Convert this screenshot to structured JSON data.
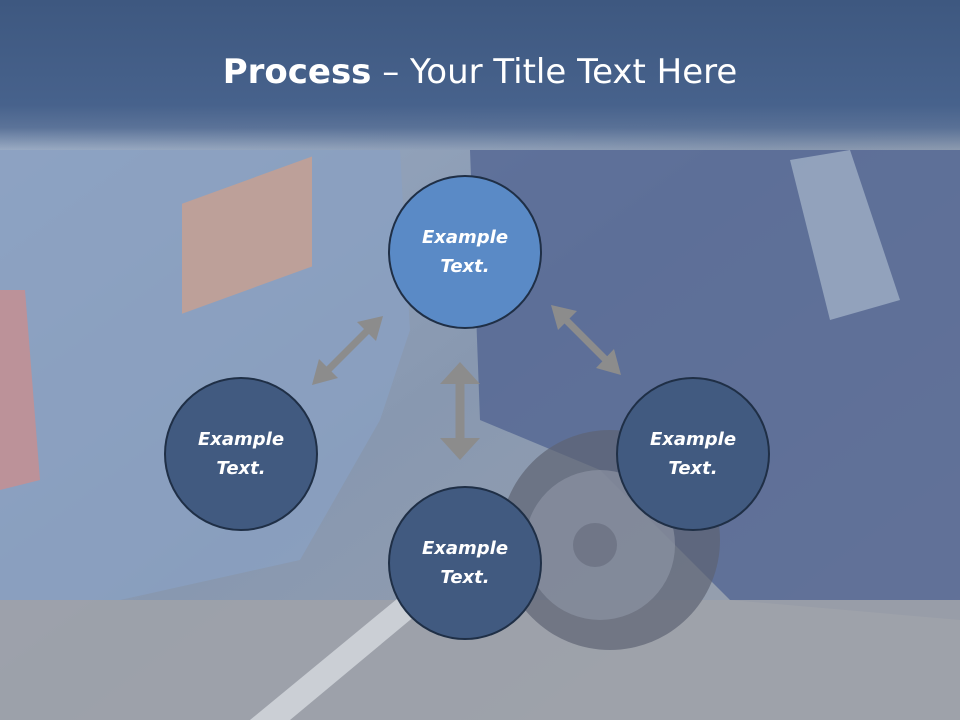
{
  "title": {
    "bold": "Process",
    "rest": " – Your Title Text Here"
  },
  "nodes": [
    {
      "text": "Example Text."
    },
    {
      "text": "Example Text."
    },
    {
      "text": "Example Text."
    },
    {
      "text": "Example Text."
    }
  ],
  "colors": {
    "header": "#47628c",
    "node": "#415a80",
    "node_highlight": "#5a8ac6",
    "arrow": "#8c8c8c"
  }
}
